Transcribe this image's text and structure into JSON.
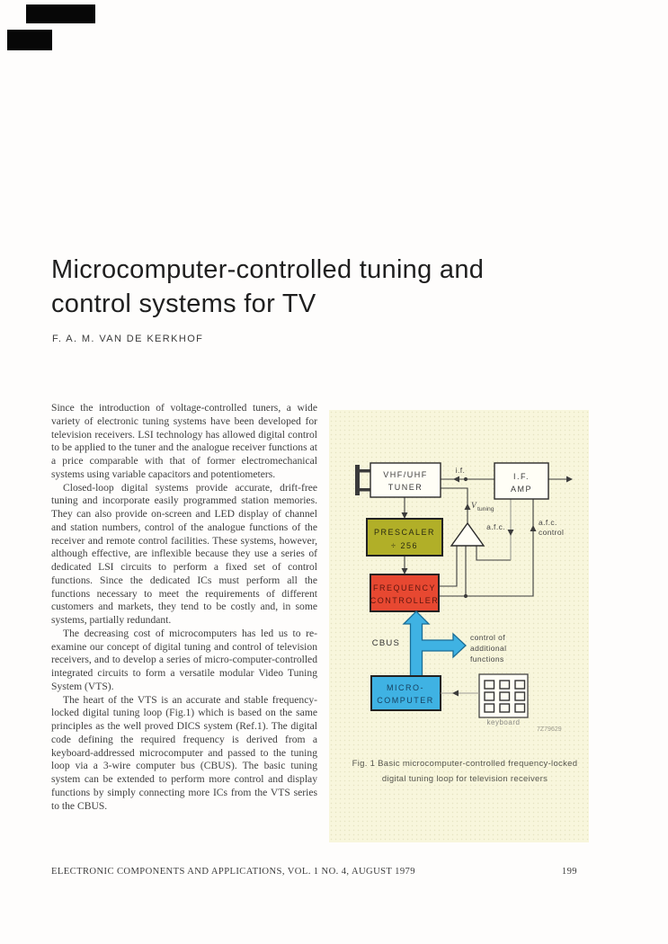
{
  "page": {
    "title_line1": "Microcomputer-controlled tuning and",
    "title_line2": "control systems for TV",
    "author": "F. A. M. VAN DE KERKHOF",
    "footer": {
      "journal": "ELECTRONIC COMPONENTS AND APPLICATIONS, VOL. 1 NO. 4, AUGUST 1979",
      "page_number": "199"
    }
  },
  "article": {
    "paragraphs": [
      "Since the introduction of voltage-controlled tuners, a wide variety of electronic tuning systems have been developed for television receivers. LSI technology has allowed digital control to be applied to the tuner and the analogue receiver functions at a price comparable with that of former electromechanical systems using variable capacitors and potentiometers.",
      "Closed-loop digital systems provide accurate, drift-free tuning and incorporate easily programmed station memories. They can also provide on-screen and LED display of channel and station numbers, control of the analogue functions of the receiver and remote control facilities. These systems, however, although effective, are inflexible because they use a series of dedicated LSI circuits to perform a fixed set of control functions. Since the dedicated ICs must perform all the functions necessary to meet the requirements of different customers and markets, they tend to be costly and, in some systems, partially redundant.",
      "The decreasing cost of microcomputers has led us to re-examine our concept of digital tuning and control of television receivers, and to develop a series of micro-computer-controlled integrated circuits to form a versatile modular Video Tuning System (VTS).",
      "The heart of the VTS is an accurate and stable frequency-locked digital tuning loop (Fig.1) which is based on the same principles as the well proved DICS system (Ref.1). The digital code defining the required frequency is derived from a keyboard-addressed microcomputer and passed to the tuning loop via a 3-wire computer bus (CBUS). The basic tuning system can be extended to perform more control and display functions by simply connecting more ICs from the VTS series to the CBUS."
    ]
  },
  "figure": {
    "caption_line1": "Fig. 1   Basic microcomputer-controlled frequency-locked",
    "caption_line2": "digital tuning loop for television receivers",
    "drawing_code": "7Z79629",
    "colors": {
      "panel_background": "#f8f6dc",
      "prescaler_fill": "#b1af28",
      "frequency_controller_fill": "#e74831",
      "microcomputer_fill": "#3fb2e3",
      "cbus_fill": "#3fb2e3"
    },
    "blocks": {
      "tuner_line1": "VHF/UHF",
      "tuner_line2": "TUNER",
      "if_amp_line1": "I.F.",
      "if_amp_line2": "AMP",
      "prescaler_line1": "PRESCALER",
      "prescaler_line2": "÷ 256",
      "freq_controller_line1": "FREQUENCY",
      "freq_controller_line2": "CONTROLLER",
      "microcomputer_line1": "MICRO-",
      "microcomputer_line2": "COMPUTER",
      "keyboard_label": "keyboard"
    },
    "labels": {
      "if_signal": "i.f.",
      "v_tuning_main": "V",
      "v_tuning_sub": "tuning",
      "afc": "a.f.c.",
      "afc_control_line1": "a.f.c.",
      "afc_control_line2": "control",
      "cbus": "CBUS",
      "control_of_line1": "control of",
      "control_of_line2": "additional",
      "control_of_line3": "functions"
    }
  }
}
